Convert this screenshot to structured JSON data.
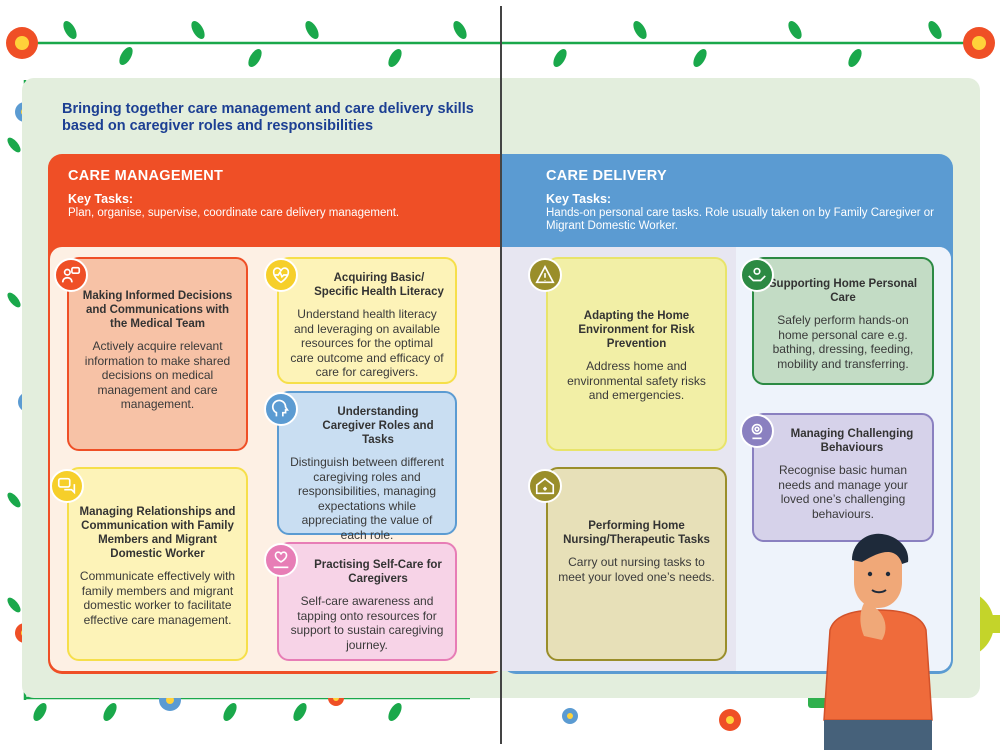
{
  "headline": "Bringing together care management and care delivery skills based on caregiver roles and responsibilities",
  "care_management": {
    "title": "CARE MANAGEMENT",
    "key_tasks_label": "Key Tasks:",
    "key_tasks": "Plan, organise, supervise, coordinate care delivery management.",
    "cards": [
      {
        "title": "Making Informed Decisions and Communications with the Medical Team",
        "body": "Actively acquire relevant information to make shared decisions on medical management and care management.",
        "icon": "doctor-chat-icon"
      },
      {
        "title": "Acquiring Basic/ Specific Health Literacy",
        "body": "Understand health literacy and leveraging on available resources for the optimal care outcome and efficacy of care for caregivers.",
        "icon": "heartbeat-icon"
      },
      {
        "title": "Understanding Caregiver Roles and Tasks",
        "body": "Distinguish between different caregiving roles and responsibilities, managing expectations while appreciating the value of each role.",
        "icon": "head-profile-icon"
      },
      {
        "title": "Managing Relationships and Communication with Family Members and Migrant Domestic Worker",
        "body": "Communicate effectively with family members and migrant domestic worker to facilitate effective care management.",
        "icon": "chat-bubbles-icon"
      },
      {
        "title": "Practising Self-Care for Caregivers",
        "body": "Self-care awareness and tapping onto resources for support to sustain caregiving journey.",
        "icon": "heart-hand-icon"
      }
    ]
  },
  "care_delivery": {
    "title": "CARE DELIVERY",
    "key_tasks_label": "Key Tasks:",
    "key_tasks": "Hands-on personal care tasks. Role usually taken on by Family Caregiver or Migrant Domestic Worker.",
    "cards": [
      {
        "title": "Adapting the Home Environment for Risk Prevention",
        "body": "Address home and environmental safety risks and emergencies.",
        "icon": "warning-icon"
      },
      {
        "title": "Supporting Home Personal Care",
        "body": "Safely perform hands-on home personal care e.g. bathing, dressing, feeding, mobility and transferring.",
        "icon": "caring-hands-icon"
      },
      {
        "title": "Managing Challenging Behaviours",
        "body": "Recognise basic human needs and manage your loved one’s challenging behaviours.",
        "icon": "gears-head-icon"
      },
      {
        "title": "Performing Home Nursing/Therapeutic Tasks",
        "body": "Carry out nursing tasks to meet your loved one’s needs.",
        "icon": "home-care-icon"
      }
    ]
  },
  "colors": {
    "management": "#ef4f26",
    "delivery": "#5b9bd2",
    "headline": "#1c3f93",
    "background": "#e3eedd"
  }
}
